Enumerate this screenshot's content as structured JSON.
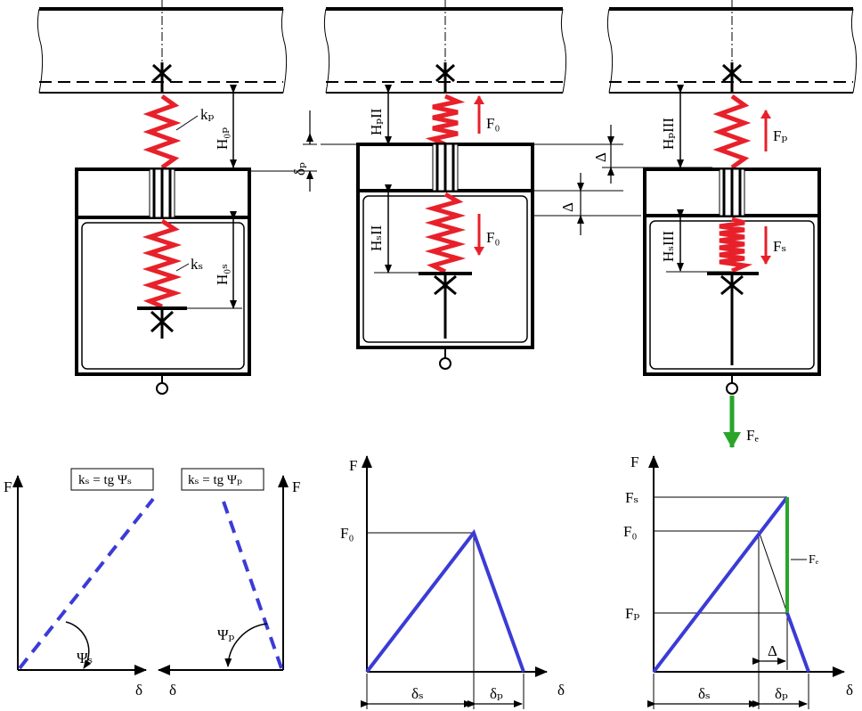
{
  "colors": {
    "spring": "#e8202a",
    "force_arrow": "#e8202a",
    "external_force": "#2aa52a",
    "characteristic": "#3b3bd6",
    "line": "#000000"
  },
  "top_assemblies": {
    "initial": {
      "k_p": "kₚ",
      "k_s": "kₛ",
      "H0p": "H₀ₚ",
      "H0s": "H₀ₛ",
      "delta_p": "δₚ"
    },
    "preloaded": {
      "HpII": "HₚII",
      "HsII": "HₛII",
      "F0_up": "F₀",
      "F0_down": "F₀",
      "Delta": "Δ"
    },
    "loaded": {
      "HpIII": "HₚIII",
      "HsIII": "HₛIII",
      "Fp": "Fₚ",
      "Fs": "Fₛ",
      "Delta": "Δ",
      "Fe": "Fₑ"
    }
  },
  "bottom_graphs": {
    "stiffness": {
      "axis_F_left": "F",
      "axis_F_right": "F",
      "axis_delta_left": "δ",
      "axis_delta_right": "δ",
      "formula_s": "kₛ = tg Ψₛ",
      "formula_p": "kₛ = tg Ψₚ",
      "angle_s": "Ψₛ",
      "angle_p": "Ψₚ"
    },
    "preload": {
      "axis_F": "F",
      "axis_delta": "δ",
      "F0": "F₀",
      "delta_s": "δₛ",
      "delta_p": "δₚ"
    },
    "external_load": {
      "axis_F": "F",
      "axis_delta": "δ",
      "Fs": "Fₛ",
      "F0": "F₀",
      "Fp": "Fₚ",
      "Fe": "Fₑ",
      "Delta": "Δ",
      "delta_s": "δₛ",
      "delta_p": "δₚ"
    }
  }
}
